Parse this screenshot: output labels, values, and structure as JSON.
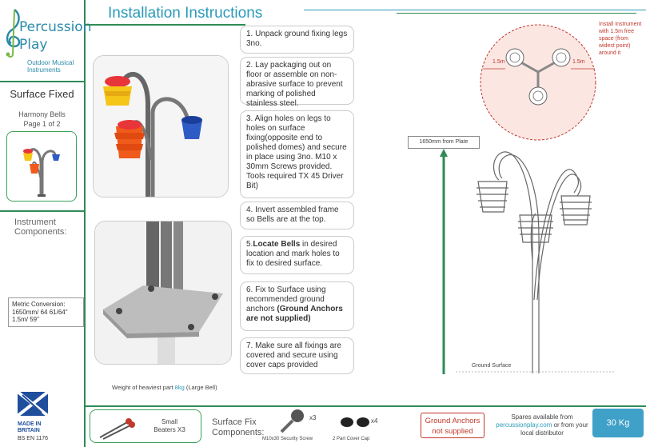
{
  "logo": {
    "brand_part1": "ercussion",
    "brand_part2": "lay",
    "subtitle_line1": "Outdoor Musical",
    "subtitle_line2": "Instruments"
  },
  "header": {
    "title": "Installation Instructions"
  },
  "sidebar": {
    "mount_type": "Surface Fixed",
    "product_name": "Harmony Bells",
    "page": "Page 1 of 2",
    "components_label_line1": "Instrument",
    "components_label_line2": "Components:",
    "metric_line1": "Metric Conversion:",
    "metric_line2": "1650mm/ 64 61/64\"",
    "metric_line3": "1.5m/ 59\"",
    "badge_line1": "MADE IN",
    "badge_line2": "BRITAIN",
    "standard": "BS EN 1176"
  },
  "steps": [
    {
      "num": "1.",
      "text": "Unpack ground fixing legs 3no."
    },
    {
      "num": "2.",
      "text": "Lay packaging out on floor or assemble on non-abrasive surface to prevent marking of polished stainless steel."
    },
    {
      "num": "3.",
      "text": "Align holes on legs to holes on surface fixing(opposite end to polished domes) and secure in place using 3no. M10 x 30mm Screws provided. Tools required TX 45 Driver Bit)"
    },
    {
      "num": "4.",
      "text": "Invert assembled frame so Bells are at the top."
    },
    {
      "num": "5.",
      "bold": "Locate Bells",
      "text": " in desired location and mark holes to fix to desired surface."
    },
    {
      "num": "6.",
      "text": "Fix to Surface using recommended ground anchors ",
      "bold": "(Ground Anchors are not supplied)"
    },
    {
      "num": "7.",
      "text": "Make sure all fixings are covered and secure using cover caps provided"
    }
  ],
  "weight_note": {
    "prefix": "Weight of heaviest part ",
    "value": "8kg",
    "suffix": " (Large Bell)"
  },
  "diagram": {
    "height_label": "1650mm from Plate",
    "ground_label": "Ground Surface",
    "space_note": "Install Instrument with 1.5m free space (from widest point) around it",
    "dim_left": "1.5m",
    "dim_right": "1.5m"
  },
  "footer": {
    "beaters_line1": "Small",
    "beaters_line2": "Beaters X3",
    "fix_label_line1": "Surface Fix",
    "fix_label_line2": "Components:",
    "screw_qty": "x3",
    "screw_label": "M10x30 Security Screw",
    "cap_qty": "x4",
    "cap_label": "2 Part Cover Cap",
    "anchors_line1": "Ground Anchors",
    "anchors_line2": "not supplied",
    "spares_line1": "Spares available from",
    "spares_link": "percussionplay.com",
    "spares_line2": " or from your",
    "spares_line3": "local distributor",
    "total_weight": "30 Kg"
  },
  "colors": {
    "accent_blue": "#2a9ab8",
    "green": "#2e8b57",
    "red": "#c0392b",
    "badge_blue": "#1f4e9c"
  }
}
